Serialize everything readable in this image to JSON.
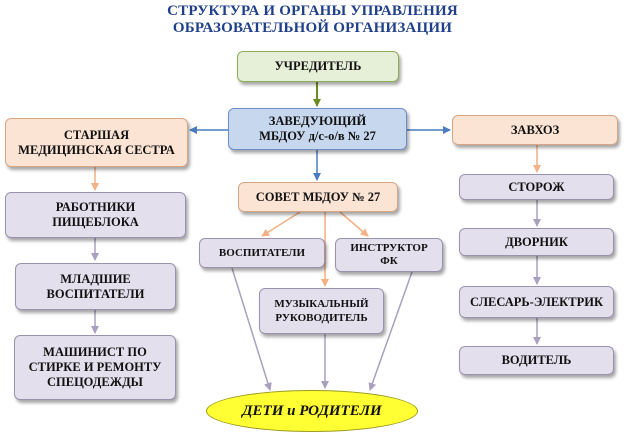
{
  "title": {
    "line1": "СТРУКТУРА И ОРГАНЫ УПРАВЛЕНИЯ",
    "line2": "ОБРАЗОВАТЕЛЬНОЙ ОРГАНИЗАЦИИ"
  },
  "nodes": {
    "founder": "УЧРЕДИТЕЛЬ",
    "head_line1": "ЗАВЕДУЮЩИЙ",
    "head_line2": "МБДОУ д/с-о/в № 27",
    "senior_nurse_line1": "СТАРШАЯ",
    "senior_nurse_line2": "МЕДИЦИНСКАЯ СЕСТРА",
    "supply_manager": "ЗАВХОЗ",
    "council": "СОВЕТ МБДОУ № 27",
    "catering_line1": "РАБОТНИКИ",
    "catering_line2": "ПИЩЕБЛОКА",
    "junior_teachers_line1": "МЛАДШИЕ",
    "junior_teachers_line2": "ВОСПИТАТЕЛИ",
    "laundry_line1": "МАШИНИСТ ПО",
    "laundry_line2": "СТИРКЕ И РЕМОНТУ",
    "laundry_line3": "СПЕЦОДЕЖДЫ",
    "teachers": "ВОСПИТАТЕЛИ",
    "pe_instructor_line1": "ИНСТРУКТОР",
    "pe_instructor_line2": "ФК",
    "music_director_line1": "МУЗЫКАЛЬНЫЙ",
    "music_director_line2": "РУКОВОДИТЕЛЬ",
    "watchman": "СТОРОЖ",
    "janitor": "ДВОРНИК",
    "electrician": "СЛЕСАРЬ-ЭЛЕКТРИК",
    "driver": "ВОДИТЕЛЬ",
    "children_parents": "ДЕТИ и РОДИТЕЛИ"
  },
  "colors": {
    "title": "#1f3f8a",
    "green": "#e6efd8",
    "blue": "#c7d7ee",
    "peach": "#fbe4d4",
    "lavender": "#e4dfec",
    "ellipse": "#ffff33",
    "arrow_green": "#6b8e23",
    "arrow_blue": "#4a7cc0",
    "arrow_orange": "#f4b183",
    "arrow_lavender": "#a9a0c0"
  }
}
